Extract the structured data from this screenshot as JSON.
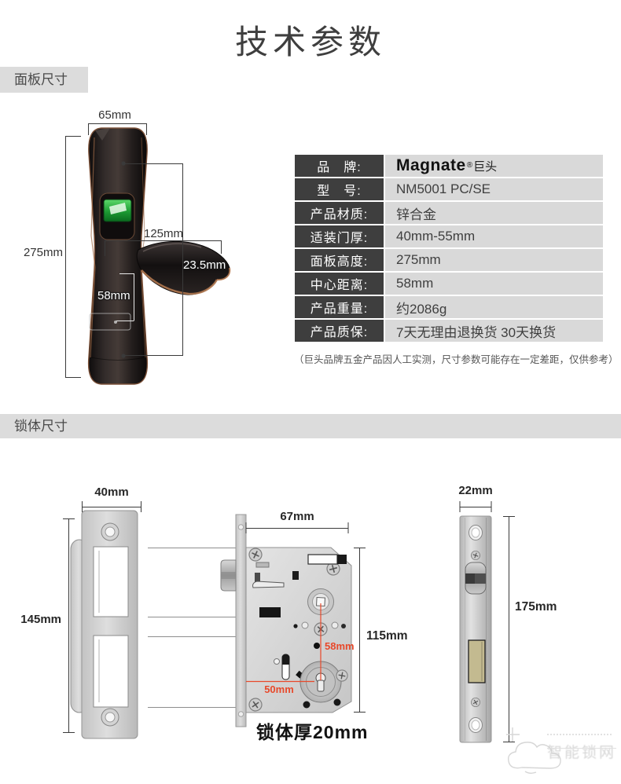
{
  "page": {
    "title": "技术参数"
  },
  "colors": {
    "section_bg": "#dcdcdc",
    "table_label_bg": "#3e3e3e",
    "table_value_bg": "#d9d9d9",
    "dim_red": "#e8492b",
    "copper_accent": "#a06b47",
    "fingerprint_green": "#1f9a36"
  },
  "panel": {
    "header": "面板尺寸",
    "dims": {
      "width": "65mm",
      "height": "275mm",
      "lever_length": "125mm",
      "lever_thickness": "23.5mm",
      "center_distance": "58mm"
    }
  },
  "spec": {
    "rows": [
      {
        "label": "品　牌:"
      },
      {
        "label": "型　号:",
        "value": "NM5001 PC/SE"
      },
      {
        "label": "产品材质:",
        "value": "锌合金"
      },
      {
        "label": "适装门厚:",
        "value": "40mm-55mm"
      },
      {
        "label": "面板高度:",
        "value": "275mm"
      },
      {
        "label": "中心距离:",
        "value": "58mm"
      },
      {
        "label": "产品重量:",
        "value": "约2086g"
      },
      {
        "label": "产品质保:",
        "value": "7天无理由退换货 30天换货"
      }
    ],
    "brand": {
      "name": "Magnate",
      "reg": "®",
      "suffix": "巨头"
    },
    "note": "（巨头品牌五金产品因人工实测，尺寸参数可能存在一定差距，仅供参考）"
  },
  "lock": {
    "header": "锁体尺寸",
    "strike_plate": {
      "width": "40mm",
      "height": "145mm"
    },
    "body": {
      "width": "67mm",
      "height": "115mm",
      "center_distance": "58mm",
      "backset": "50mm",
      "thickness": "锁体厚20mm"
    },
    "faceplate": {
      "width": "22mm",
      "height": "175mm"
    }
  },
  "watermark": {
    "text": "智能锁网"
  }
}
